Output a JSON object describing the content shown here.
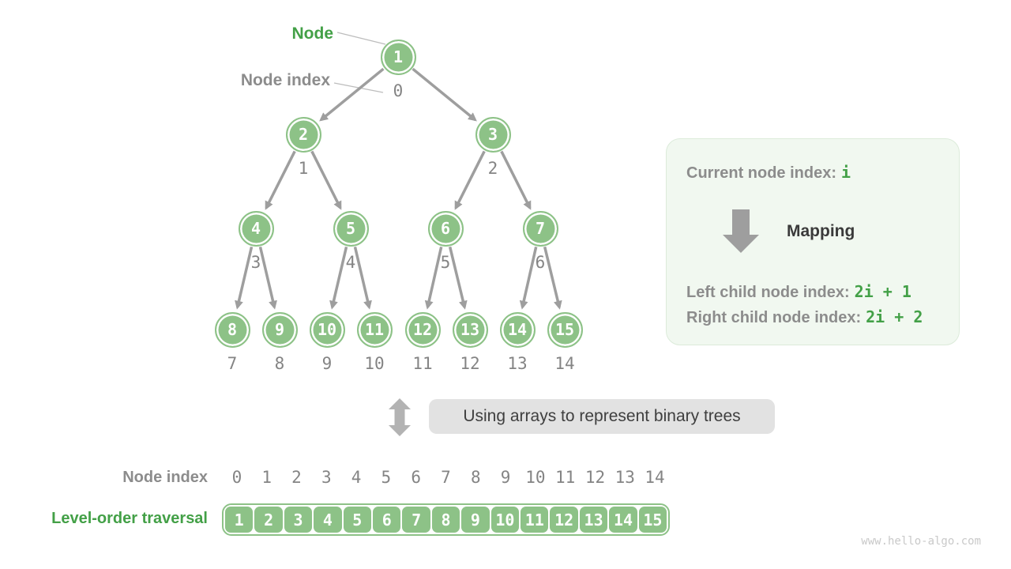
{
  "labels": {
    "node": "Node",
    "node_index": "Node index"
  },
  "tree": {
    "nodes": [
      {
        "value": "1",
        "index": "0"
      },
      {
        "value": "2",
        "index": "1"
      },
      {
        "value": "3",
        "index": "2"
      },
      {
        "value": "4",
        "index": "3"
      },
      {
        "value": "5",
        "index": "4"
      },
      {
        "value": "6",
        "index": "5"
      },
      {
        "value": "7",
        "index": "6"
      },
      {
        "value": "8",
        "index": "7"
      },
      {
        "value": "9",
        "index": "8"
      },
      {
        "value": "10",
        "index": "9"
      },
      {
        "value": "11",
        "index": "10"
      },
      {
        "value": "12",
        "index": "11"
      },
      {
        "value": "13",
        "index": "12"
      },
      {
        "value": "14",
        "index": "13"
      },
      {
        "value": "15",
        "index": "14"
      }
    ]
  },
  "mapping_box": {
    "current_label": "Current node index:",
    "current_value": "i",
    "mapping_label": "Mapping",
    "left_label": "Left child node index:",
    "left_value": "2i + 1",
    "right_label": "Right child node index:",
    "right_value": "2i + 2"
  },
  "caption": "Using arrays to represent binary trees",
  "array_section": {
    "index_label": "Node index",
    "indices": [
      "0",
      "1",
      "2",
      "3",
      "4",
      "5",
      "6",
      "7",
      "8",
      "9",
      "10",
      "11",
      "12",
      "13",
      "14"
    ],
    "traversal_label": "Level-order traversal",
    "values": [
      "1",
      "2",
      "3",
      "4",
      "5",
      "6",
      "7",
      "8",
      "9",
      "10",
      "11",
      "12",
      "13",
      "14",
      "15"
    ]
  },
  "watermark": "www.hello-algo.com",
  "colors": {
    "node_green": "#8DC287",
    "green_text": "#43A047",
    "gray_label": "#8C8C8C",
    "edge_gray": "#9E9E9E",
    "leader_gray": "#BDBDBD"
  }
}
